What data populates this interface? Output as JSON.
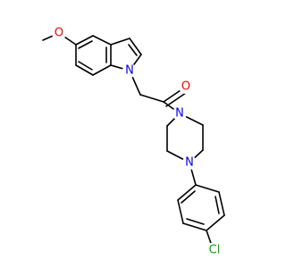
{
  "molecule": {
    "atoms": [
      {
        "label": "O",
        "color": "#ff0000"
      },
      {
        "label": "N",
        "color": "#0000ff"
      },
      {
        "label": "O",
        "color": "#ff0000"
      },
      {
        "label": "N",
        "color": "#0000ff"
      },
      {
        "label": "N",
        "color": "#0000ff"
      },
      {
        "label": "Cl",
        "color": "#00aa00"
      }
    ]
  }
}
